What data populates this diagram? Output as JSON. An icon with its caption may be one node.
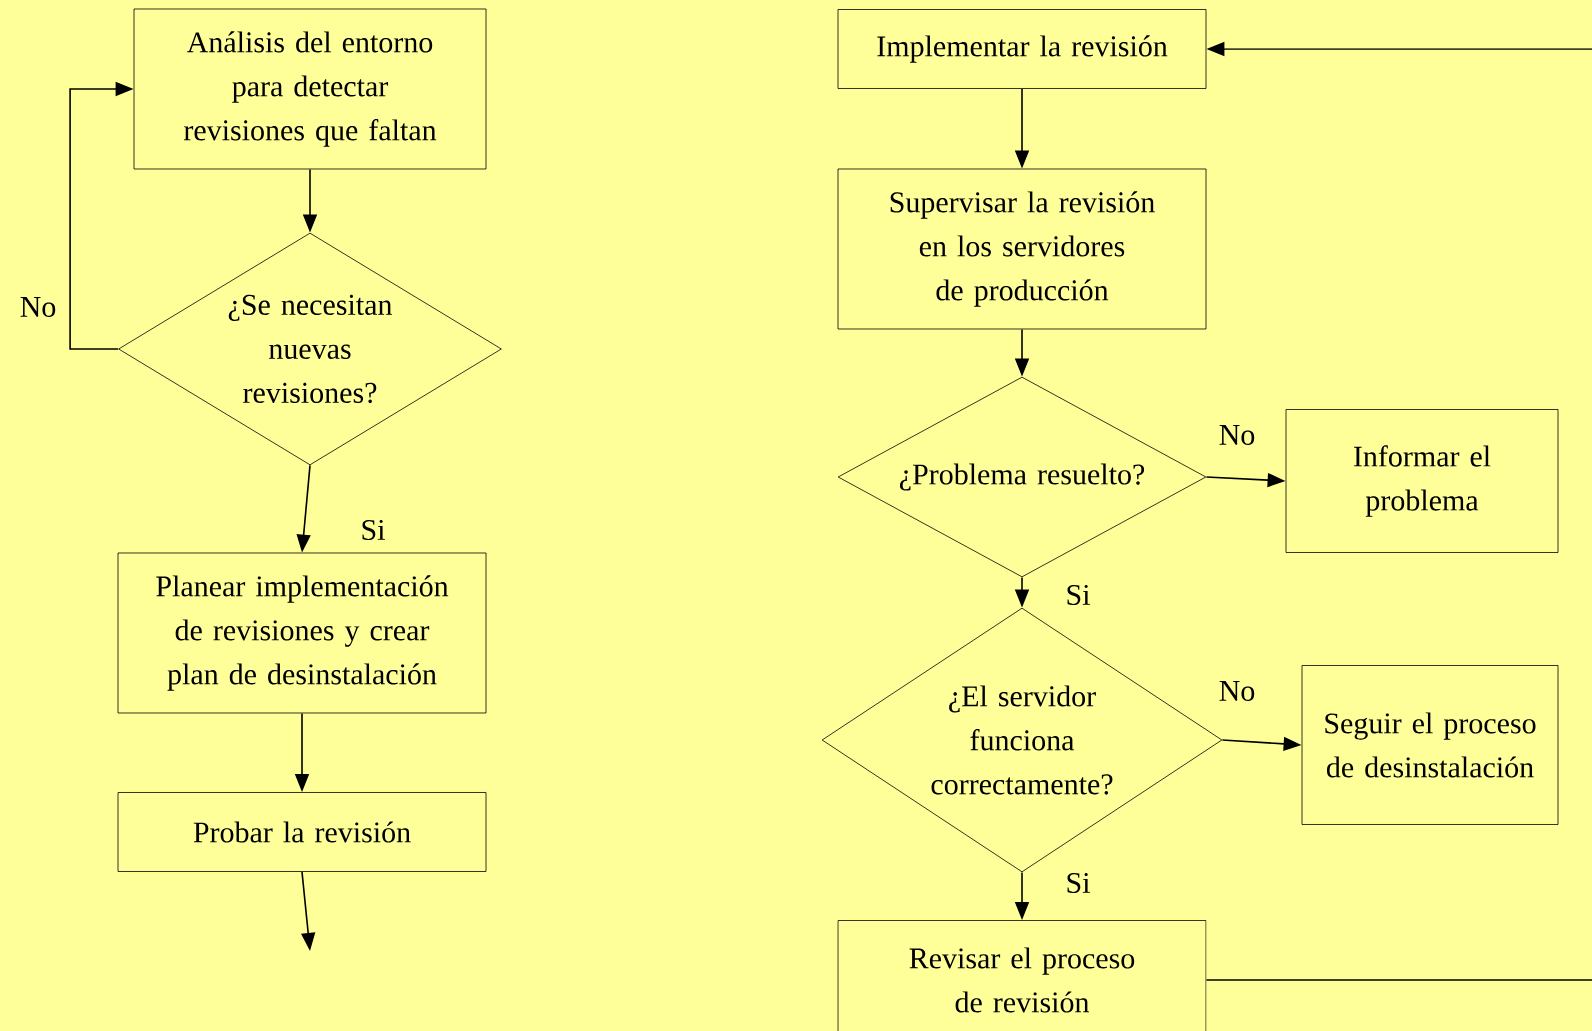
{
  "diagram": {
    "nodes": [
      {
        "text": [
          "Análisis del entorno para detectar revisiones que faltan"
        ]
      },
      {
        "text": [
          "¿Se necesitan nuevas revisiones?"
        ]
      },
      {
        "text": [
          "Planear implementación de revisiones y crear plan de desinstalación"
        ]
      },
      {
        "text": [
          "Probar la revisión"
        ]
      },
      {
        "text": [
          "Implementar la revisión"
        ]
      },
      {
        "text": [
          "Supervisar la revisión en los servidores de producción"
        ]
      },
      {
        "text": [
          "¿Problema resuelto?"
        ]
      },
      {
        "text": [
          "Informar el problema"
        ]
      },
      {
        "text": [
          "¿El servidor funciona correctamente?"
        ]
      },
      {
        "text": [
          "Seguir el proceso de desinstalación"
        ]
      },
      {
        "text": [
          "Revisar el proceso de revisión"
        ]
      }
    ],
    "edges": [
      {
        "from": 0,
        "to": 1,
        "arrow": "to"
      },
      {
        "from": 1,
        "to": 0,
        "arrow": "to",
        "label": "No"
      },
      {
        "from": 1,
        "to": 2,
        "arrow": "to",
        "label": "Si"
      },
      {
        "from": 2,
        "to": 3,
        "arrow": "to"
      },
      {
        "from": 3,
        "to": null,
        "arrow": "to"
      },
      {
        "from": 4,
        "to": 5,
        "arrow": "to"
      },
      {
        "from": 5,
        "to": 6,
        "arrow": "to"
      },
      {
        "from": 6,
        "to": 7,
        "arrow": "to",
        "label": "No"
      },
      {
        "from": 6,
        "to": 8,
        "arrow": "to",
        "label": "Si"
      },
      {
        "from": 8,
        "to": 9,
        "arrow": "to",
        "label": "No"
      },
      {
        "from": 8,
        "to": 10,
        "arrow": "to",
        "label": "Si"
      },
      {
        "from": null,
        "to": 4,
        "arrow": "to"
      },
      {
        "from": 10,
        "to": null,
        "arrow": "none"
      }
    ]
  }
}
